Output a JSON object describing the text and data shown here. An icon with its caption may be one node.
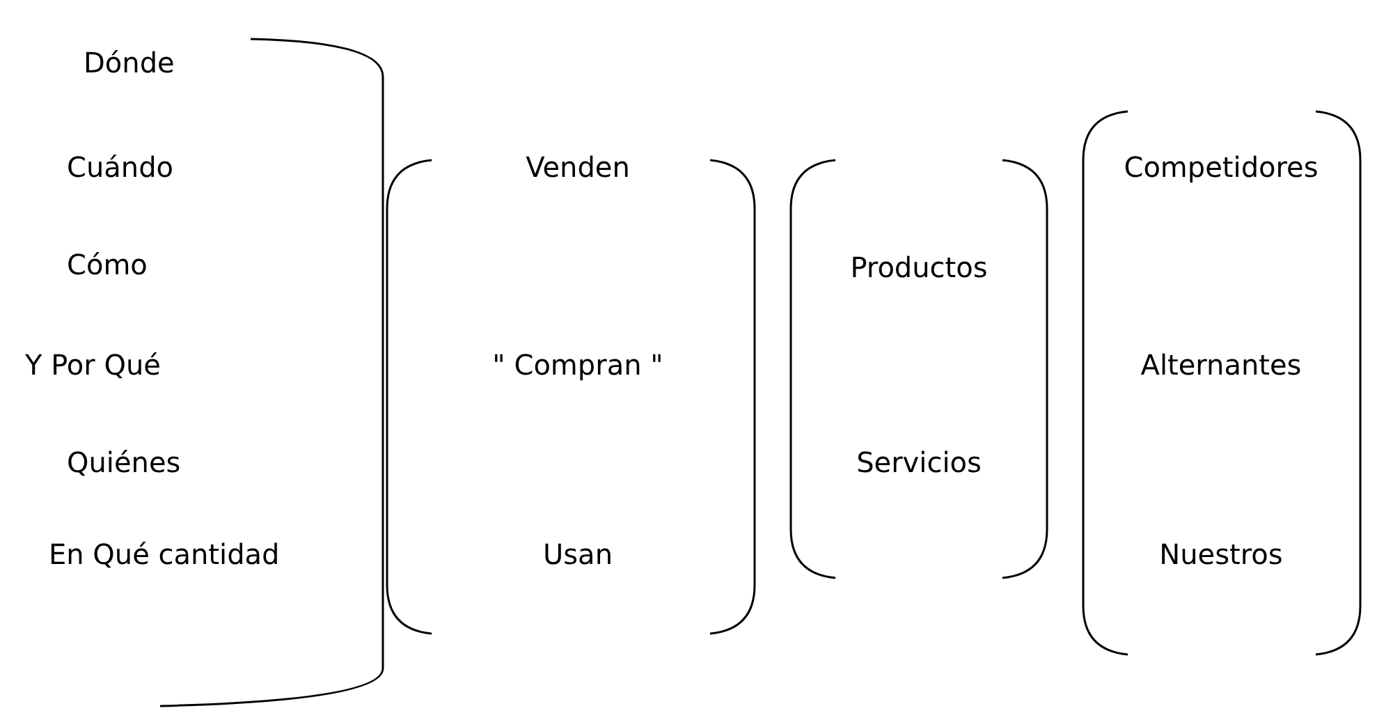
{
  "diagram": {
    "nodes": [
      {
        "text": [
          "Dónde",
          "Cuándo",
          "Cómo",
          "Y  Por Qué",
          "Quiénes",
          "En Qué cantidad"
        ]
      },
      {
        "text": [
          "Venden",
          "\" Compran \"",
          "Usan"
        ]
      },
      {
        "text": [
          "Productos",
          "Servicios"
        ]
      },
      {
        "text": [
          "Competidores",
          "Alternantes",
          "Nuestros"
        ]
      }
    ]
  }
}
